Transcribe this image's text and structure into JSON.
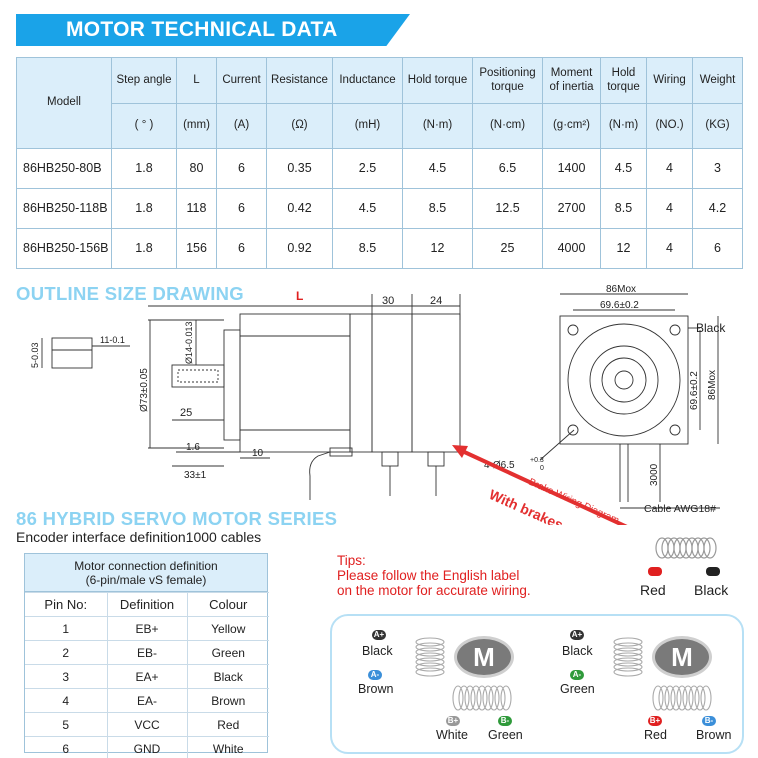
{
  "banner": {
    "title": "MOTOR TECHNICAL DATA"
  },
  "spec_table": {
    "model_header": "Modell",
    "columns": [
      {
        "name": "Step angle",
        "unit": "( ° )"
      },
      {
        "name": "L",
        "unit": "(mm)"
      },
      {
        "name": "Current",
        "unit": "(A)"
      },
      {
        "name": "Resistance",
        "unit": "(Ω)"
      },
      {
        "name": "Inductance",
        "unit": "(mH)"
      },
      {
        "name": "Hold torque",
        "unit": "(N·m)"
      },
      {
        "name": "Positioning torque",
        "unit": "(N·cm)"
      },
      {
        "name": "Moment of inertia",
        "unit": "(g·cm²)"
      },
      {
        "name": "Hold torque",
        "unit": "(N·m)"
      },
      {
        "name": "Wiring",
        "unit": "(NO.)"
      },
      {
        "name": "Weight",
        "unit": "(KG)"
      }
    ],
    "rows": [
      {
        "model": "86HB250-80B",
        "values": [
          "1.8",
          "80",
          "6",
          "0.35",
          "2.5",
          "4.5",
          "6.5",
          "1400",
          "4.5",
          "4",
          "3"
        ]
      },
      {
        "model": "86HB250-118B",
        "values": [
          "1.8",
          "118",
          "6",
          "0.42",
          "4.5",
          "8.5",
          "12.5",
          "2700",
          "8.5",
          "4",
          "4.2"
        ]
      },
      {
        "model": "86HB250-156B",
        "values": [
          "1.8",
          "156",
          "6",
          "0.92",
          "8.5",
          "12",
          "25",
          "4000",
          "12",
          "4",
          "6"
        ]
      }
    ]
  },
  "outline": {
    "title": "OUTLINE SIZE DRAWING",
    "dims": {
      "L": "L",
      "d30": "30",
      "d24": "24",
      "key_h": "5-0.03",
      "key_h_sup": "0",
      "key_w": "11-0.1",
      "key_w_sup": "0",
      "shaft_d": "Ø14-0.013",
      "shaft_d_sup": "0",
      "pilot": "Ø73±0.05",
      "d25": "25",
      "d1_6": "1.6",
      "d10": "10",
      "d33": "33±1",
      "sq86": "86Mox",
      "hole_span": "69.6±0.2",
      "hole_span_v": "69.6±0.2",
      "sq86_v": "86Mox",
      "holes": "4-Ø6.5",
      "holes_tol_up": "+0.3",
      "holes_tol_dn": "0",
      "cable_len": "3000",
      "cable": "Cable AWG18#",
      "black_lead": "Black"
    },
    "brake_diagram_label": "Brake Wiring Diagram",
    "with_brakes": "With brakes",
    "brake_leads": {
      "red": "Red",
      "black": "Black"
    }
  },
  "series": {
    "title": "86 HYBRID SERVO MOTOR SERIES",
    "subtitle": "Encoder interface definition1000 cables"
  },
  "connection": {
    "title_line1": "Motor connection definition",
    "title_line2": "(6-pin/male vS female)",
    "headers": [
      "Pin No:",
      "Definition",
      "Colour"
    ],
    "rows": [
      [
        "1",
        "EB+",
        "Yellow"
      ],
      [
        "2",
        "EB-",
        "Green"
      ],
      [
        "3",
        "EA+",
        "Black"
      ],
      [
        "4",
        "EA-",
        "Brown"
      ],
      [
        "5",
        "VCC",
        "Red"
      ],
      [
        "6",
        "GND",
        "White"
      ]
    ]
  },
  "tips": {
    "label": "Tips:",
    "line1": "Please follow the English label",
    "line2": "on the motor for accurate wiring."
  },
  "wiring": {
    "motor_letter": "M",
    "left": {
      "a_plus": "A+",
      "a_plus_color": "Black",
      "a_minus": "A-",
      "a_minus_color": "Brown",
      "b_plus": "B+",
      "b_plus_color": "White",
      "b_minus": "B-",
      "b_minus_color": "Green"
    },
    "right": {
      "a_plus": "A+",
      "a_plus_color": "Black",
      "a_minus": "A-",
      "a_minus_color": "Green",
      "b_plus": "B+",
      "b_plus_color": "Red",
      "b_minus": "B-",
      "b_minus_color": "Brown"
    }
  },
  "colors": {
    "accent": "#1aa3e8",
    "header_bg": "#dbeefa",
    "section_title": "#8cd3f2",
    "tips_red": "#e02020",
    "arrow_red": "#e33030"
  }
}
